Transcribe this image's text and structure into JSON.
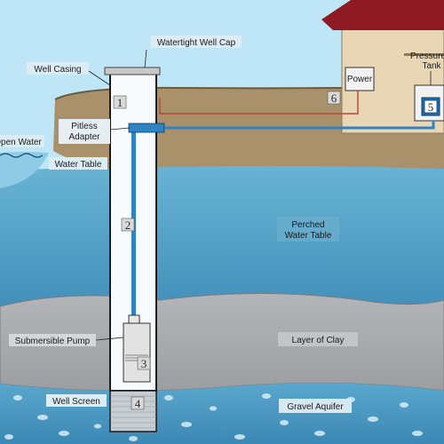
{
  "labels": {
    "well_cap": "Watertight Well Cap",
    "well_casing": "Well Casing",
    "open_water": "Open Water",
    "pitless_line1": "Pitless",
    "pitless_line2": "Adapter",
    "water_table": "Water Table",
    "perched_line1": "Perched",
    "perched_line2": "Water Table",
    "submersible_pump": "Submersible Pump",
    "layer_of_clay": "Layer of Clay",
    "well_screen": "Well Screen",
    "gravel_aquifer": "Gravel Aquifer",
    "power": "Power",
    "pressure_line1": "Pressure",
    "pressure_line2": "Tank"
  },
  "markers": {
    "m1": "1",
    "m2": "2",
    "m3": "3",
    "m4": "4",
    "m5": "5",
    "m6": "6"
  },
  "colors": {
    "sky": "#bfe6f7",
    "soil": "#a9926b",
    "perched_water": "#4b9cbf",
    "clay": "#a8aaae",
    "aquifer": "#4f9cc4",
    "house_wall": "#e8d6b5",
    "roof": "#8e1b24",
    "pipe": "#2f82c4",
    "wire": "#b5453a"
  }
}
